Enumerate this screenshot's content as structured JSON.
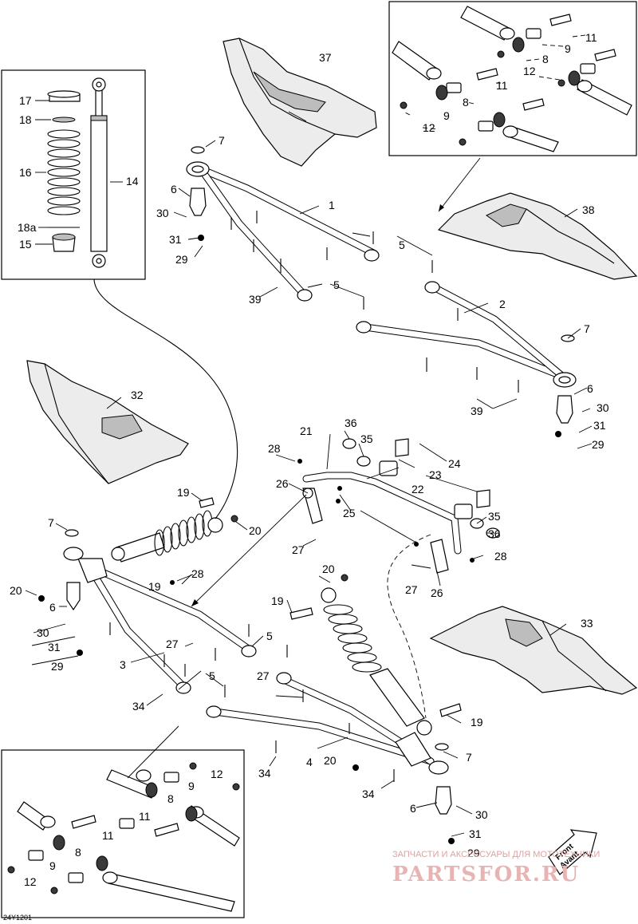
{
  "diagram": {
    "labels": [
      "1",
      "2",
      "3",
      "4",
      "5",
      "6",
      "7",
      "8",
      "9",
      "11",
      "12",
      "14",
      "15",
      "16",
      "17",
      "18",
      "18a",
      "19",
      "20",
      "21",
      "22",
      "23",
      "24",
      "25",
      "26",
      "27",
      "28",
      "29",
      "30",
      "31",
      "32",
      "33",
      "34",
      "35",
      "36",
      "37",
      "38",
      "39"
    ],
    "drawing_code": "24Y1201",
    "front_badge": {
      "line1": "Front",
      "line2": "Avant"
    },
    "watermark": {
      "line1": "ЗАПЧАСТИ И АКСЕССУАРЫ ДЛЯ МОТОТЕХНИКИ",
      "line2": "PARTSFOR.RU"
    }
  }
}
